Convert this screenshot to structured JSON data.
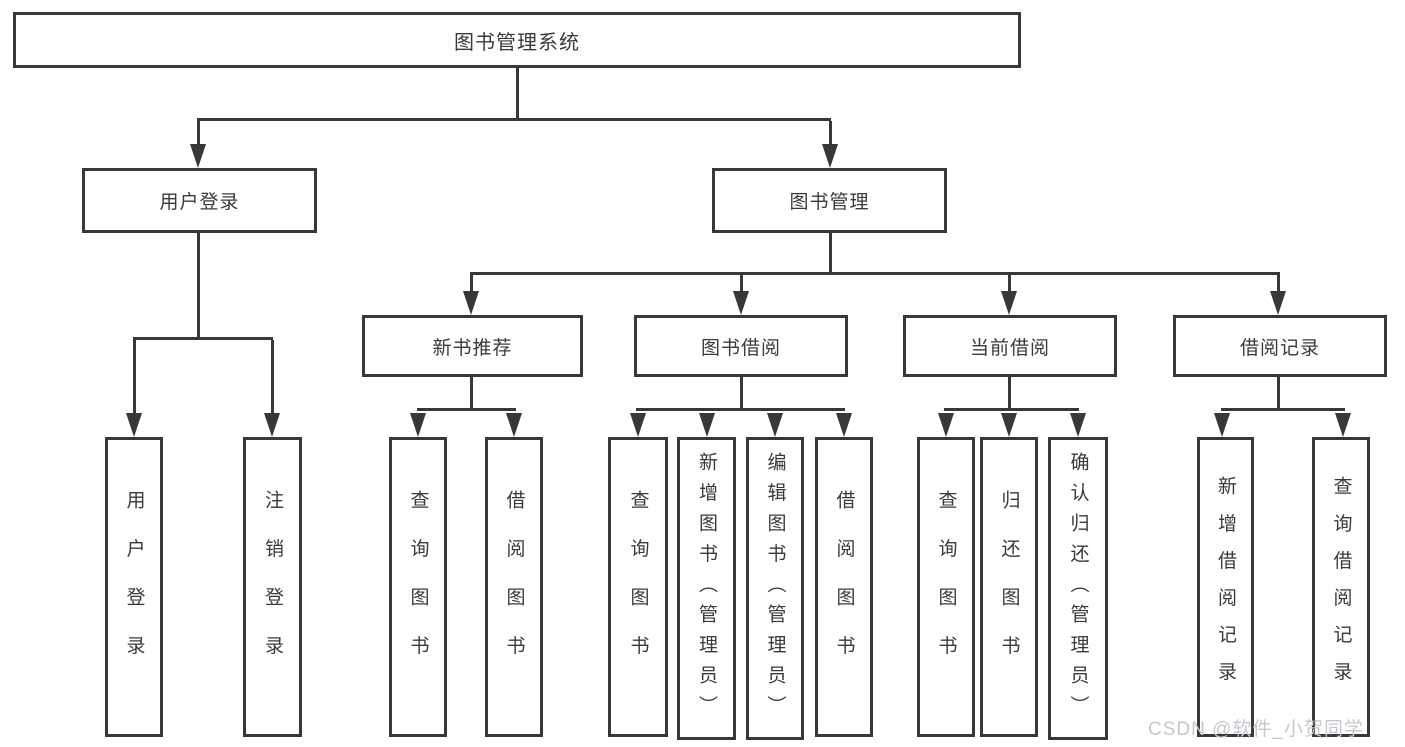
{
  "diagram": {
    "title": "图书管理系统",
    "colors": {
      "line": "#383838",
      "text": "#3a3a3a",
      "watermark": "#c7c7ce",
      "background": "#ffffff"
    },
    "nodes": {
      "root": {
        "label": "图书管理系统"
      },
      "user_login": {
        "label": "用户登录"
      },
      "book_mgmt": {
        "label": "图书管理"
      },
      "new_books": {
        "label": "新书推荐"
      },
      "book_borrow": {
        "label": "图书借阅"
      },
      "current_borrow": {
        "label": "当前借阅"
      },
      "borrow_records": {
        "label": "借阅记录"
      },
      "leaf_user_login": {
        "label": "用户登录"
      },
      "leaf_logout": {
        "label": "注销登录"
      },
      "leaf_nb_query": {
        "label": "查询图书"
      },
      "leaf_nb_borrow": {
        "label": "借阅图书"
      },
      "leaf_bb_query": {
        "label": "查询图书"
      },
      "leaf_bb_add": {
        "label": "新增图书（管理员）"
      },
      "leaf_bb_edit": {
        "label": "编辑图书（管理员）"
      },
      "leaf_bb_borrow": {
        "label": "借阅图书"
      },
      "leaf_cb_query": {
        "label": "查询图书"
      },
      "leaf_cb_return": {
        "label": "归还图书"
      },
      "leaf_cb_confirm": {
        "label": "确认归还（管理员）"
      },
      "leaf_br_add": {
        "label": "新增借阅记录"
      },
      "leaf_br_query": {
        "label": "查询借阅记录"
      }
    },
    "edges": [
      [
        "root",
        "user_login"
      ],
      [
        "root",
        "book_mgmt"
      ],
      [
        "user_login",
        "leaf_user_login"
      ],
      [
        "user_login",
        "leaf_logout"
      ],
      [
        "book_mgmt",
        "new_books"
      ],
      [
        "book_mgmt",
        "book_borrow"
      ],
      [
        "book_mgmt",
        "current_borrow"
      ],
      [
        "book_mgmt",
        "borrow_records"
      ],
      [
        "new_books",
        "leaf_nb_query"
      ],
      [
        "new_books",
        "leaf_nb_borrow"
      ],
      [
        "book_borrow",
        "leaf_bb_query"
      ],
      [
        "book_borrow",
        "leaf_bb_add"
      ],
      [
        "book_borrow",
        "leaf_bb_edit"
      ],
      [
        "book_borrow",
        "leaf_bb_borrow"
      ],
      [
        "current_borrow",
        "leaf_cb_query"
      ],
      [
        "current_borrow",
        "leaf_cb_return"
      ],
      [
        "current_borrow",
        "leaf_cb_confirm"
      ],
      [
        "borrow_records",
        "leaf_br_add"
      ],
      [
        "borrow_records",
        "leaf_br_query"
      ]
    ],
    "watermark": "CSDN @软件_小贺同学"
  }
}
